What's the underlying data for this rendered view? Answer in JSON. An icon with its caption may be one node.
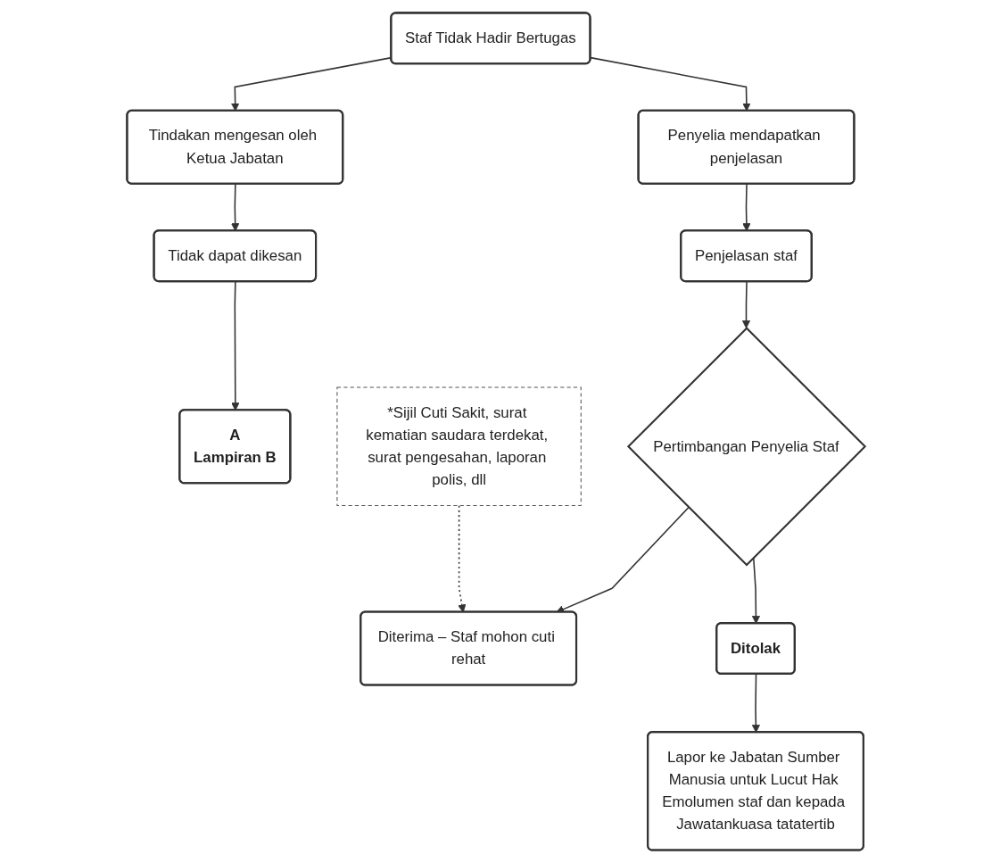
{
  "diagram": {
    "nodes": [
      {
        "text": [
          "Staf Tidak Hadir Bertugas"
        ]
      },
      {
        "text": [
          "Tindakan mengesan oleh Ketua Jabatan"
        ]
      },
      {
        "text": [
          "Penyelia mendapatkan penjelasan"
        ]
      },
      {
        "text": [
          "Tidak dapat dikesan"
        ]
      },
      {
        "text": [
          "Penjelasan staf"
        ]
      },
      {
        "text": [
          "A",
          "Lampiran B"
        ]
      },
      {
        "text": [
          "Pertimbangan Penyelia Staf"
        ]
      },
      {
        "text": [
          "Diterima – Staf mohon cuti rehat"
        ]
      },
      {
        "text": [
          "Ditolak"
        ]
      },
      {
        "text": [
          "*Sijil Cuti Sakit, surat kematian saudara terdekat, surat pengesahan, laporan polis, dll"
        ]
      },
      {
        "text": [
          "Lapor ke Jabatan Sumber Manusia untuk Lucut Hak Emolumen staf dan kepada Jawatankuasa tatatertib"
        ]
      }
    ],
    "edges": [
      {
        "from": 0,
        "to": 1,
        "arrow": "to"
      },
      {
        "from": 0,
        "to": 2,
        "arrow": "to"
      },
      {
        "from": 1,
        "to": 3,
        "arrow": "to"
      },
      {
        "from": 3,
        "to": 5,
        "arrow": "to"
      },
      {
        "from": 2,
        "to": 4,
        "arrow": "to"
      },
      {
        "from": 4,
        "to": 6,
        "arrow": "to"
      },
      {
        "from": 6,
        "to": 7,
        "arrow": "to"
      },
      {
        "from": 6,
        "to": 8,
        "arrow": "to"
      },
      {
        "from": 8,
        "to": 10,
        "arrow": "to"
      },
      {
        "from": 9,
        "to": 7,
        "arrow": "to",
        "style": "dashed"
      }
    ]
  }
}
